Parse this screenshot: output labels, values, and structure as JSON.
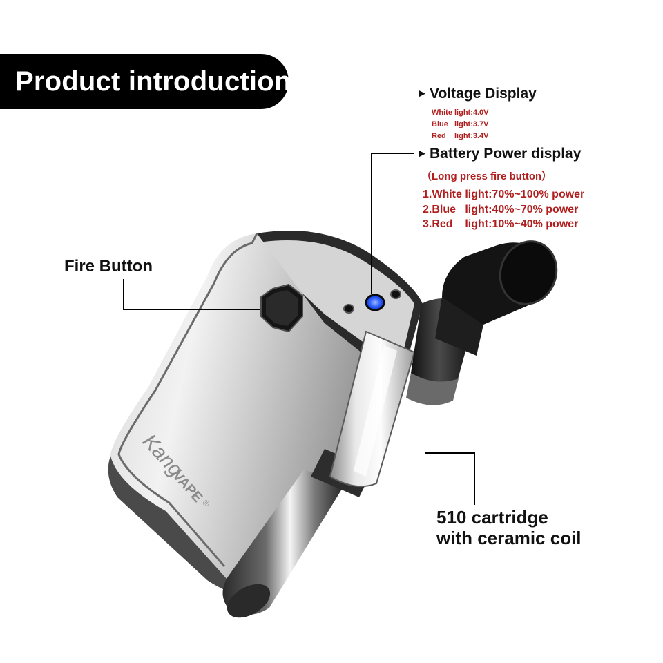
{
  "banner": {
    "title": "Product introduction"
  },
  "voltage": {
    "title": "Voltage Display",
    "lines": [
      "White light:4.0V",
      "Blue   light:3.7V",
      "Red    light:3.4V"
    ]
  },
  "battery": {
    "title": "Battery Power display",
    "note": "（Long press fire button）",
    "lines": [
      "1.White light:70%~100% power",
      "2.Blue   light:40%~70% power",
      "3.Red    light:10%~40% power"
    ]
  },
  "fire_button": {
    "label": "Fire Button"
  },
  "cartridge": {
    "line1": "510 cartridge",
    "line2": "with ceramic coil"
  },
  "brand": {
    "logo_text": "KangVAPE"
  },
  "colors": {
    "accent_red": "#b01e1e",
    "led_blue": "#2a5cff",
    "banner_bg": "#000000"
  }
}
